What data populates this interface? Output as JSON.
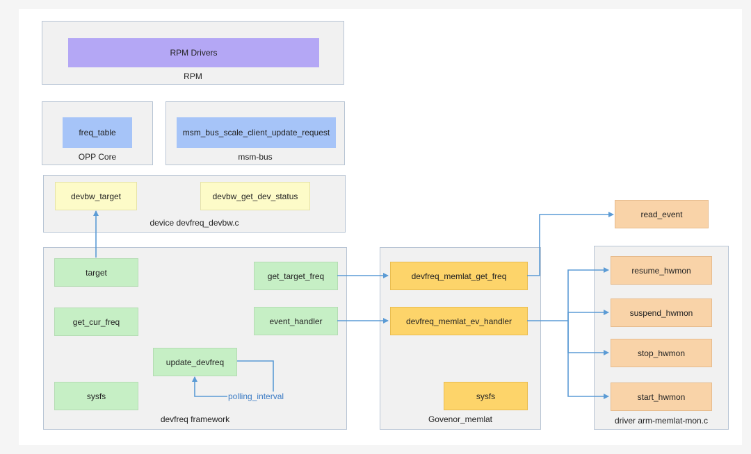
{
  "colors": {
    "arrow": "#5b9bd5",
    "rpm_box": "#b4a7f5",
    "bus_box": "#a6c4f8",
    "devbw_box": "#fdfbc8",
    "framework_box": "#c6efc5",
    "governor_box": "#fdd46a",
    "driver_box": "#f9d3a8",
    "group_bg": "#f1f1f1"
  },
  "rpm": {
    "label": "RPM",
    "box": "RPM Drivers"
  },
  "opp_core": {
    "label": "OPP Core",
    "box": "freq_table"
  },
  "msm_bus": {
    "label": "msm-bus",
    "box": "msm_bus_scale_client_update_request"
  },
  "devbw": {
    "label": "device devfreq_devbw.c",
    "target": "devbw_target",
    "get_dev_status": "devbw_get_dev_status"
  },
  "framework": {
    "label": "devfreq framework",
    "target": "target",
    "get_cur_freq": "get_cur_freq",
    "sysfs": "sysfs",
    "update_devfreq": "update_devfreq",
    "get_target_freq": "get_target_freq",
    "event_handler": "event_handler",
    "polling_interval": "polling_interval"
  },
  "governor": {
    "label": "Govenor_memlat",
    "get_freq": "devfreq_memlat_get_freq",
    "ev_handler": "devfreq_memlat_ev_handler",
    "sysfs": "sysfs"
  },
  "read_event": "read_event",
  "driver": {
    "label": "driver arm-memlat-mon.c",
    "resume": "resume_hwmon",
    "suspend": "suspend_hwmon",
    "stop": "stop_hwmon",
    "start": "start_hwmon"
  }
}
